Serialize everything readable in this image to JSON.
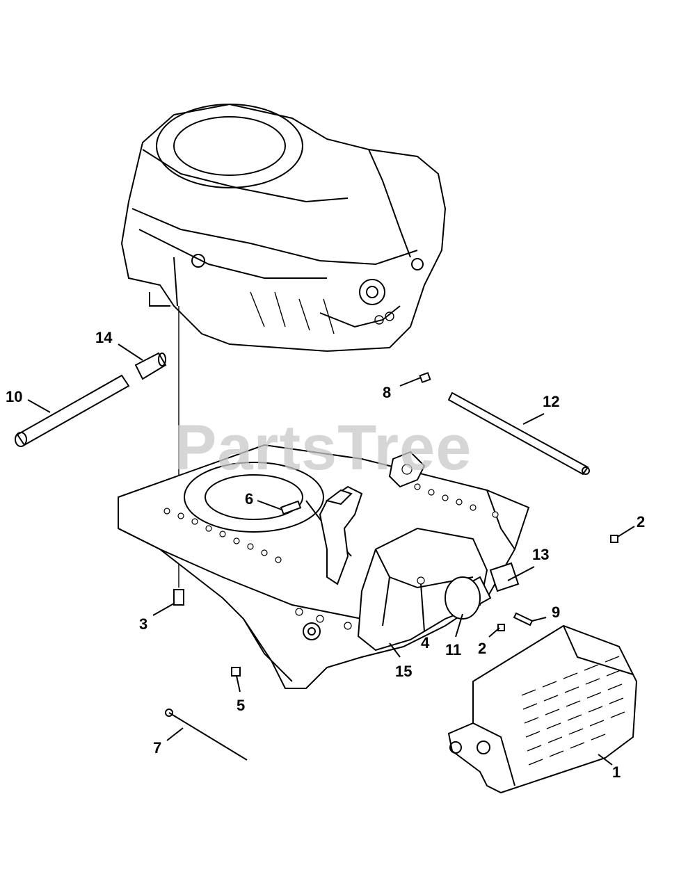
{
  "watermark": "PartsTree",
  "callouts": [
    {
      "id": "1",
      "text": "1"
    },
    {
      "id": "2a",
      "text": "2"
    },
    {
      "id": "2b",
      "text": "2"
    },
    {
      "id": "3",
      "text": "3"
    },
    {
      "id": "4",
      "text": "4"
    },
    {
      "id": "5",
      "text": "5"
    },
    {
      "id": "6",
      "text": "6"
    },
    {
      "id": "7",
      "text": "7"
    },
    {
      "id": "8",
      "text": "8"
    },
    {
      "id": "9",
      "text": "9"
    },
    {
      "id": "10",
      "text": "10"
    },
    {
      "id": "11",
      "text": "11"
    },
    {
      "id": "12",
      "text": "12"
    },
    {
      "id": "13",
      "text": "13"
    },
    {
      "id": "14",
      "text": "14"
    },
    {
      "id": "15",
      "text": "15"
    }
  ]
}
